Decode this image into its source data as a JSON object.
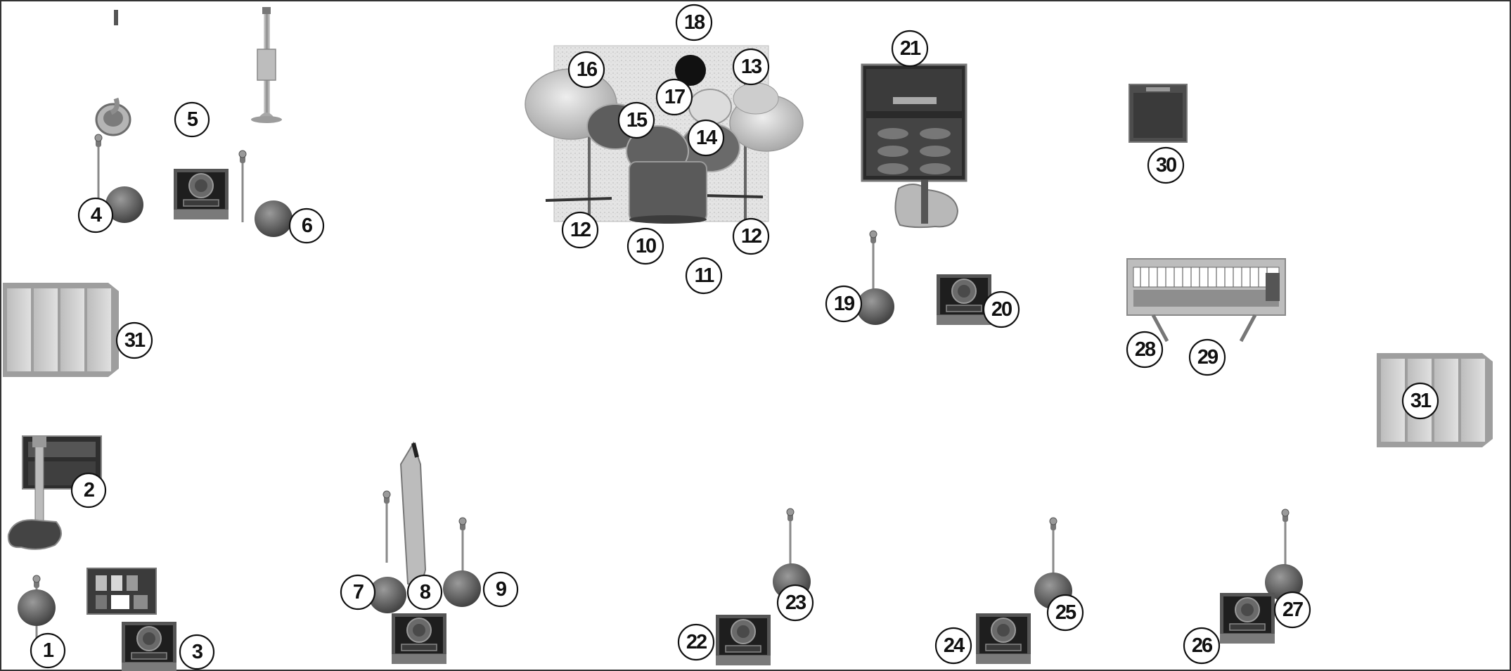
{
  "stage_plot": {
    "border_color": "#333333",
    "colors": {
      "metal": "#9a9a9a",
      "dark": "#333333",
      "mid": "#6e6e6e",
      "light": "#cfcfcf",
      "riser": "#dcdcdc",
      "cymbal": "#c8c8c8"
    },
    "labels": {
      "l1": "1",
      "l2": "2",
      "l3": "3",
      "l4": "4",
      "l5": "5",
      "l6": "6",
      "l7": "7",
      "l8": "8",
      "l9": "9",
      "l10": "10",
      "l11": "11",
      "l12a": "12",
      "l12b": "12",
      "l13": "13",
      "l14": "14",
      "l15": "15",
      "l16": "16",
      "l17": "17",
      "l18": "18",
      "l19": "19",
      "l20": "20",
      "l21": "21",
      "l22": "22",
      "l23": "23",
      "l24": "24",
      "l25": "25",
      "l26": "26",
      "l27": "27",
      "l28": "28",
      "l29": "29",
      "l30": "30",
      "l31a": "31",
      "l31b": "31"
    },
    "icons": [
      "saxophone-icon",
      "trumpet-icon",
      "mic-stand-icon",
      "monitor-wedge-icon",
      "drum-kit-icon",
      "bass-amp-icon",
      "bass-guitar-icon",
      "guitar-amp-icon",
      "electric-guitar-icon",
      "pedalboard-icon",
      "keyboard-icon",
      "small-amp-icon",
      "speaker-stack-icon"
    ]
  }
}
